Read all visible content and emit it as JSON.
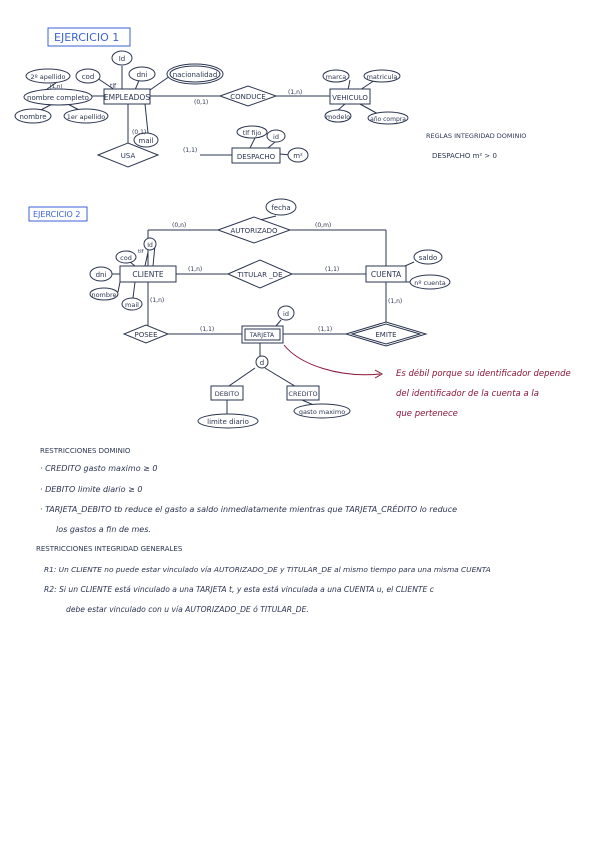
{
  "ej1": {
    "title": "EJERCICIO 1",
    "empleados": "EMPLEADOS",
    "conduce": "CONDUCE",
    "vehiculo": "VEHICULO",
    "usa": "USA",
    "despacho": "DESPACHO",
    "cod": "cod",
    "id_e": "Id",
    "dni": "dni",
    "nacionalidad": "nacionalidad",
    "apellido2": "2º apellido",
    "nombre_completo": "nombre completo",
    "card_nc": "(1,n)",
    "nombre": "nombre",
    "apellido1": "1er apellido",
    "mail": "mail",
    "tlf": "tlf",
    "marca": "marca",
    "matricula": "matricula",
    "modelo": "modelo",
    "anio_compra": "año compra",
    "tlf_fijo": "tlf fijo",
    "id_d": "id",
    "m2": "m²",
    "card_emp_conduce": "(0,1)",
    "card_conduce_veh": "(1,n)",
    "card_emp_usa": "(0,1)",
    "card_usa_desp": "(1,1)",
    "reglas_title": "REGLAS INTEGRIDAD DOMINIO",
    "reglas_rule": "DESPACHO m² > 0"
  },
  "ej2": {
    "title": "EJERCICIO 2",
    "fecha": "fecha",
    "autorizado": "AUTORIZADO",
    "cliente": "CLIENTE",
    "titular_de": "TITULAR _DE",
    "cuenta": "CUENTA",
    "saldo": "saldo",
    "n_cuenta": "nº cuenta",
    "cod": "cod",
    "tlf": "tlf",
    "id_c": "Id",
    "dni": "dni",
    "nombre": "nombre",
    "mail": "mail",
    "posee": "POSEE",
    "tarjeta": "TARJETA",
    "emite": "EMITE",
    "id_t": "id",
    "d": "d",
    "debito": "DEBITO",
    "credito": "CREDITO",
    "limite_diario": "limite diario",
    "gasto_maximo": "gasto maximo",
    "card_cli_aut": "(0,n)",
    "card_aut_cta": "(0,m)",
    "card_cli_tit": "(1,n)",
    "card_tit_cta": "(1,1)",
    "card_cli_posee": "(1,n)",
    "card_posee_tarj": "(1,1)",
    "card_tarj_emite": "(1,1)",
    "card_cta_emite": "(1,n)",
    "annotation_1": "Es débil porque su identificador depende",
    "annotation_2": "del identificador de la cuenta a la",
    "annotation_3": "que pertenece"
  },
  "notes": {
    "restr_dominio_title": "RESTRICCIONES DOMINIO",
    "b1": "· CREDITO gasto maximo ≥ 0",
    "b2": "· DEBITO limite diario ≥ 0",
    "b3a": "· TARJETA_DEBITO tb reduce el gasto a saldo inmediatamente mientras que TARJETA_CRÉDITO lo reduce",
    "b3b": "los gastos a fin de mes.",
    "restr_generales_title": "RESTRICCIONES INTEGRIDAD GENERALES",
    "r1": "R1: Un CLIENTE no puede estar vinculado vía AUTORIZADO_DE y TITULAR_DE al mismo tiempo para una misma CUENTA",
    "r2a": "R2: Si un CLIENTE está vinculado a una TARJETA t, y esta está vinculada a una CUENTA u, el CLIENTE c",
    "r2b": "debe estar vinculado con u vía AUTORIZADO_DE ó TITULAR_DE."
  }
}
